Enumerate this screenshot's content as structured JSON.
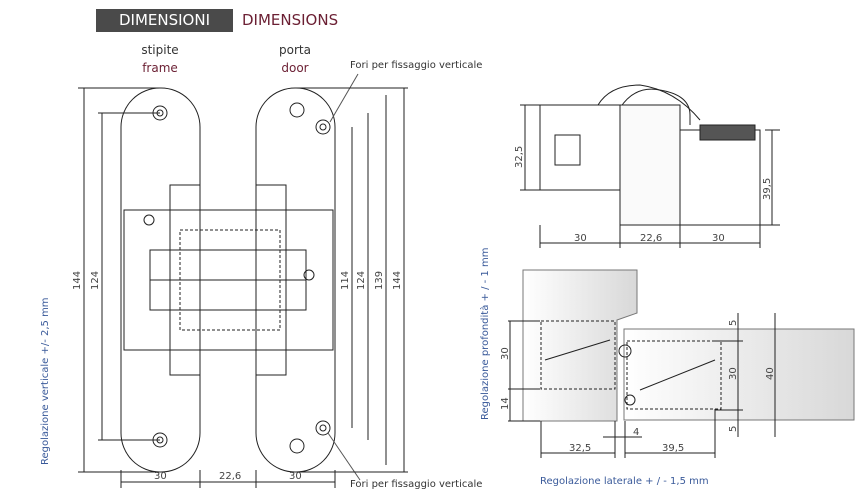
{
  "header": {
    "title_it": "DIMENSIONI",
    "title_en": "DIMENSIONS"
  },
  "front_view": {
    "frame_label_it": "stipite",
    "frame_label_en": "frame",
    "door_label_it": "porta",
    "door_label_en": "door",
    "hole_note_top": "Fori per fissaggio verticale",
    "hole_note_bottom": "Fori per fissaggio verticale",
    "vertical_adjust": "Regolazione verticale +/- 2,5 mm",
    "dims": {
      "left_outer": "144",
      "left_inner": "124",
      "right_114": "114",
      "right_124": "124",
      "right_139": "139",
      "right_144": "144",
      "bottom_frame": "30",
      "bottom_gap": "22,6",
      "bottom_door": "30"
    }
  },
  "side_view": {
    "dims": {
      "height_left": "32,5",
      "height_right": "39,5",
      "w_left": "30",
      "w_mid": "22,6",
      "w_right": "30"
    }
  },
  "section_view": {
    "depth_adjust": "Regolazione profondità + / - 1 mm",
    "lateral_adjust": "Regolazione laterale + / - 1,5 mm",
    "dims": {
      "h30_left": "30",
      "h14": "14",
      "w32_5": "32,5",
      "gap4": "4",
      "w39_5": "39,5",
      "top5": "5",
      "h30_right": "30",
      "bottom5": "5",
      "h40": "40"
    }
  },
  "colors": {
    "header_bg": "#4a4a4a",
    "accent": "#6b1f33",
    "note_blue": "#3a5a9a"
  }
}
